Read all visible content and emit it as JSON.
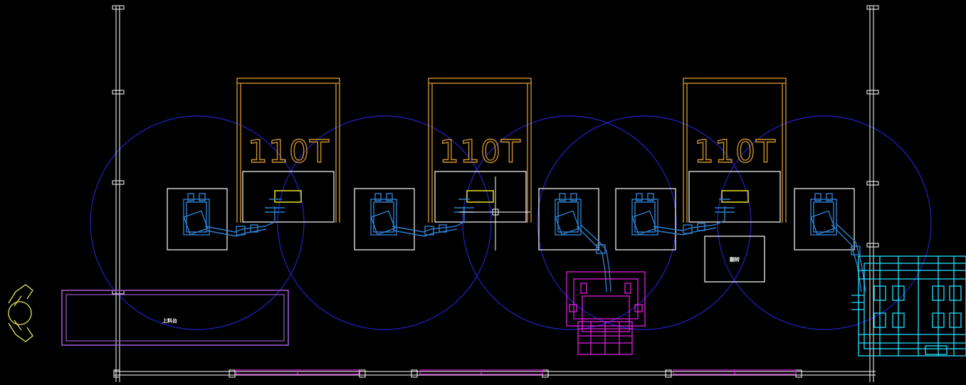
{
  "viewport": {
    "title": "CAD drawing canvas - robotic press line layout"
  },
  "colors": {
    "background": "#000000",
    "press_frame": "#c8902a",
    "reach_circle": "#2222c8",
    "robot": "#2e7fd0",
    "fixture": "#e020e0",
    "conveyor": "#20e0ff",
    "rack": "#9a5ad0",
    "gripper": "#e0e060",
    "rails": "#ffffff",
    "tool_marker": "#e8e020"
  },
  "presses": [
    {
      "label": "110T"
    },
    {
      "label": "110T"
    },
    {
      "label": "110T"
    }
  ],
  "robot_stations": [
    "robot-1",
    "robot-2",
    "robot-3",
    "robot-4",
    "robot-5"
  ],
  "labels": {
    "rack_tag": "上料台",
    "station_tag": "翻转"
  },
  "icons": {
    "crosshair": "crosshair-cursor-icon",
    "gripper": "gripper-icon"
  }
}
